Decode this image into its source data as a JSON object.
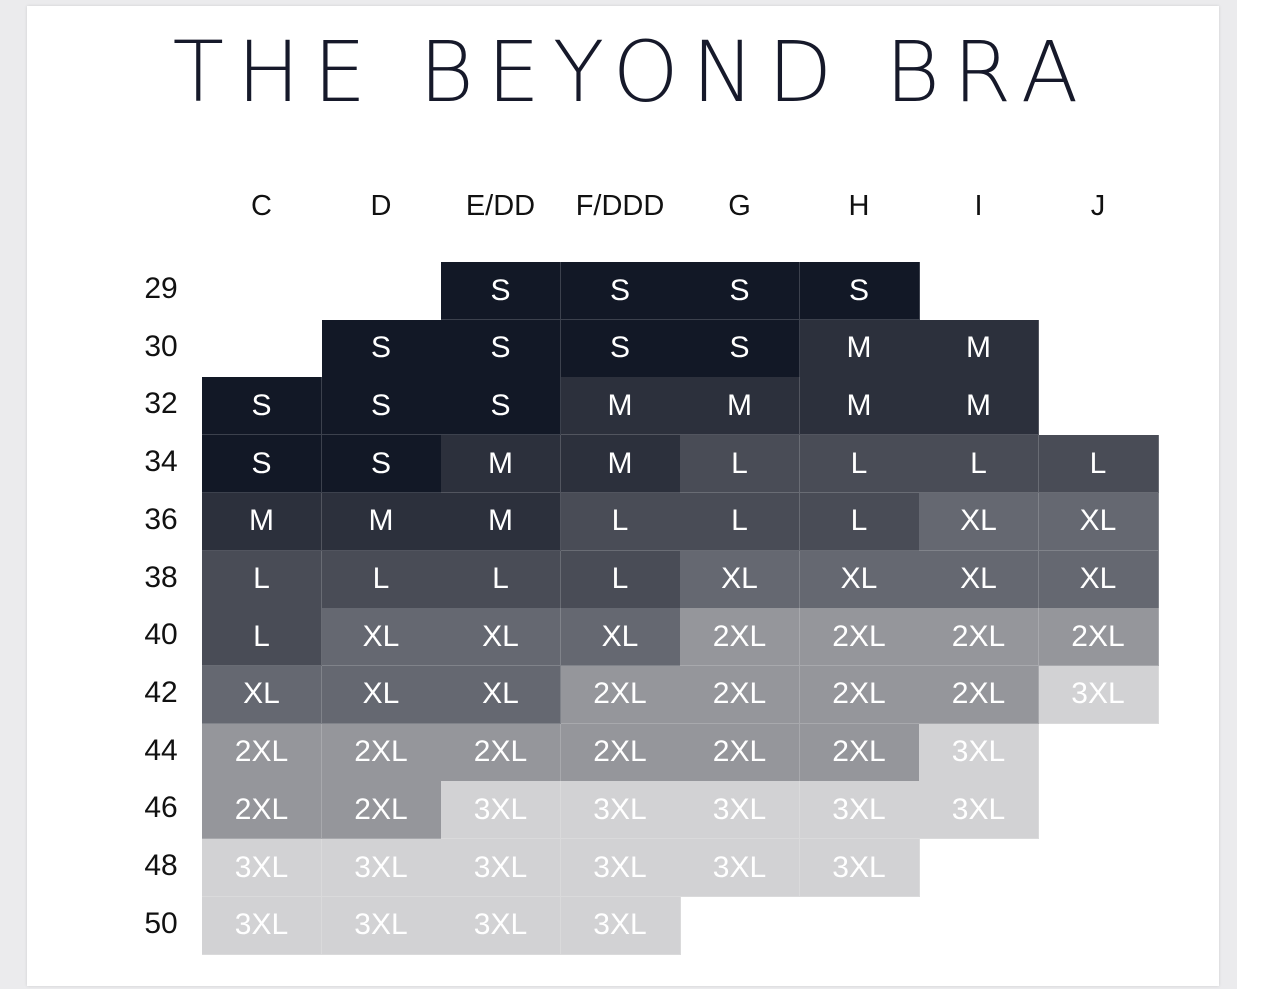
{
  "chart_data": {
    "type": "table",
    "title": "THE BEYOND BRA",
    "columns": [
      "C",
      "D",
      "E/DD",
      "F/DDD",
      "G",
      "H",
      "I",
      "J"
    ],
    "rows": [
      "29",
      "30",
      "32",
      "34",
      "36",
      "38",
      "40",
      "42",
      "44",
      "46",
      "48",
      "50"
    ],
    "cells": [
      [
        "",
        "",
        "S",
        "S",
        "S",
        "S",
        "",
        ""
      ],
      [
        "",
        "S",
        "S",
        "S",
        "S",
        "M",
        "M",
        ""
      ],
      [
        "S",
        "S",
        "S",
        "M",
        "M",
        "M",
        "M",
        ""
      ],
      [
        "S",
        "S",
        "M",
        "M",
        "L",
        "L",
        "L",
        "L"
      ],
      [
        "M",
        "M",
        "M",
        "L",
        "L",
        "L",
        "XL",
        "XL"
      ],
      [
        "L",
        "L",
        "L",
        "L",
        "XL",
        "XL",
        "XL",
        "XL"
      ],
      [
        "L",
        "XL",
        "XL",
        "XL",
        "2XL",
        "2XL",
        "2XL",
        "2XL"
      ],
      [
        "XL",
        "XL",
        "XL",
        "2XL",
        "2XL",
        "2XL",
        "2XL",
        "3XL"
      ],
      [
        "2XL",
        "2XL",
        "2XL",
        "2XL",
        "2XL",
        "2XL",
        "3XL",
        ""
      ],
      [
        "2XL",
        "2XL",
        "3XL",
        "3XL",
        "3XL",
        "3XL",
        "3XL",
        ""
      ],
      [
        "3XL",
        "3XL",
        "3XL",
        "3XL",
        "3XL",
        "3XL",
        "",
        ""
      ],
      [
        "3XL",
        "3XL",
        "3XL",
        "3XL",
        "",
        "",
        "",
        ""
      ]
    ],
    "size_colors": {
      "S": "#121826",
      "M": "#2c303c",
      "L": "#494c56",
      "XL": "#656871",
      "2XL": "#95969b",
      "3XL": "#d2d2d4"
    }
  }
}
